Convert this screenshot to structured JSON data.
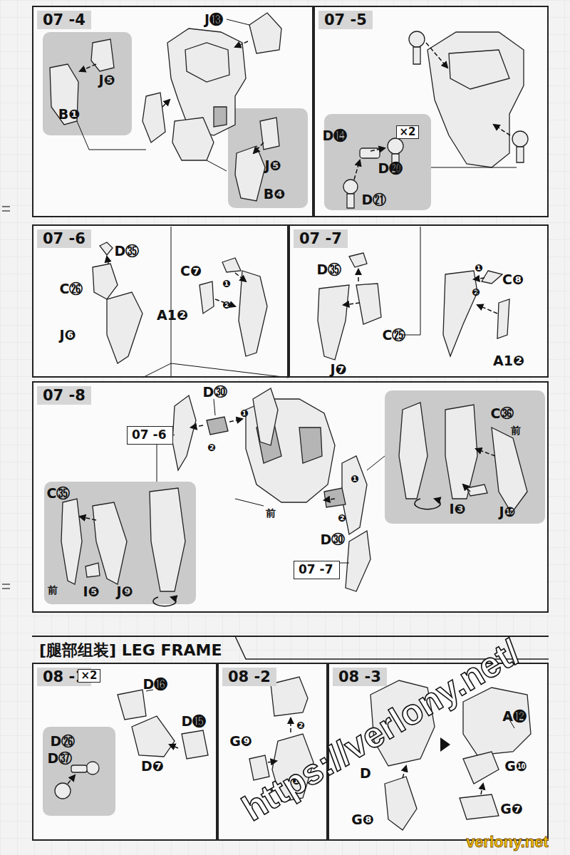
{
  "diagram": {
    "title": "[腿部组装] LEG FRAME",
    "nodes": [
      {
        "text": [
          "07 -4"
        ]
      },
      {
        "text": [
          "07 -5"
        ]
      },
      {
        "text": [
          "07 -6"
        ]
      },
      {
        "text": [
          "07 -7"
        ]
      },
      {
        "text": [
          "07 -8"
        ]
      },
      {
        "text": [
          "07 -6"
        ],
        "in": 4
      },
      {
        "text": [
          "07 -7"
        ],
        "in": 4
      },
      {
        "text": [
          "08 -1"
        ]
      },
      {
        "text": [
          "08 -2"
        ]
      },
      {
        "text": [
          "08 -3"
        ]
      }
    ],
    "labels": [
      "J⓭",
      "J❺",
      "B❶",
      "J❺",
      "B❹",
      "×2",
      "D⓮",
      "D⓴",
      "D㉑",
      "D㉟",
      "C㉖",
      "J❻",
      "C❼",
      "❶",
      "❷",
      "A1❷",
      "D㉟",
      "C㉕",
      "J❼",
      "❶",
      "C❽",
      "❷",
      "A1❷",
      "D㉚",
      "❶",
      "❷",
      "前",
      "D㉚",
      "❶",
      "❷",
      "C㊱",
      "前",
      "I❸",
      "J❿",
      "C㉟",
      "前",
      "I❺",
      "J❾",
      "×2",
      "D⓰",
      "D⓯",
      "D❼",
      "D㉖",
      "D㊲",
      "G❾",
      "❷",
      "❶",
      "A⓬",
      "D",
      "G❽",
      "G❿",
      "G❼",
      "https://verlony.net/",
      "verlony.net"
    ]
  }
}
